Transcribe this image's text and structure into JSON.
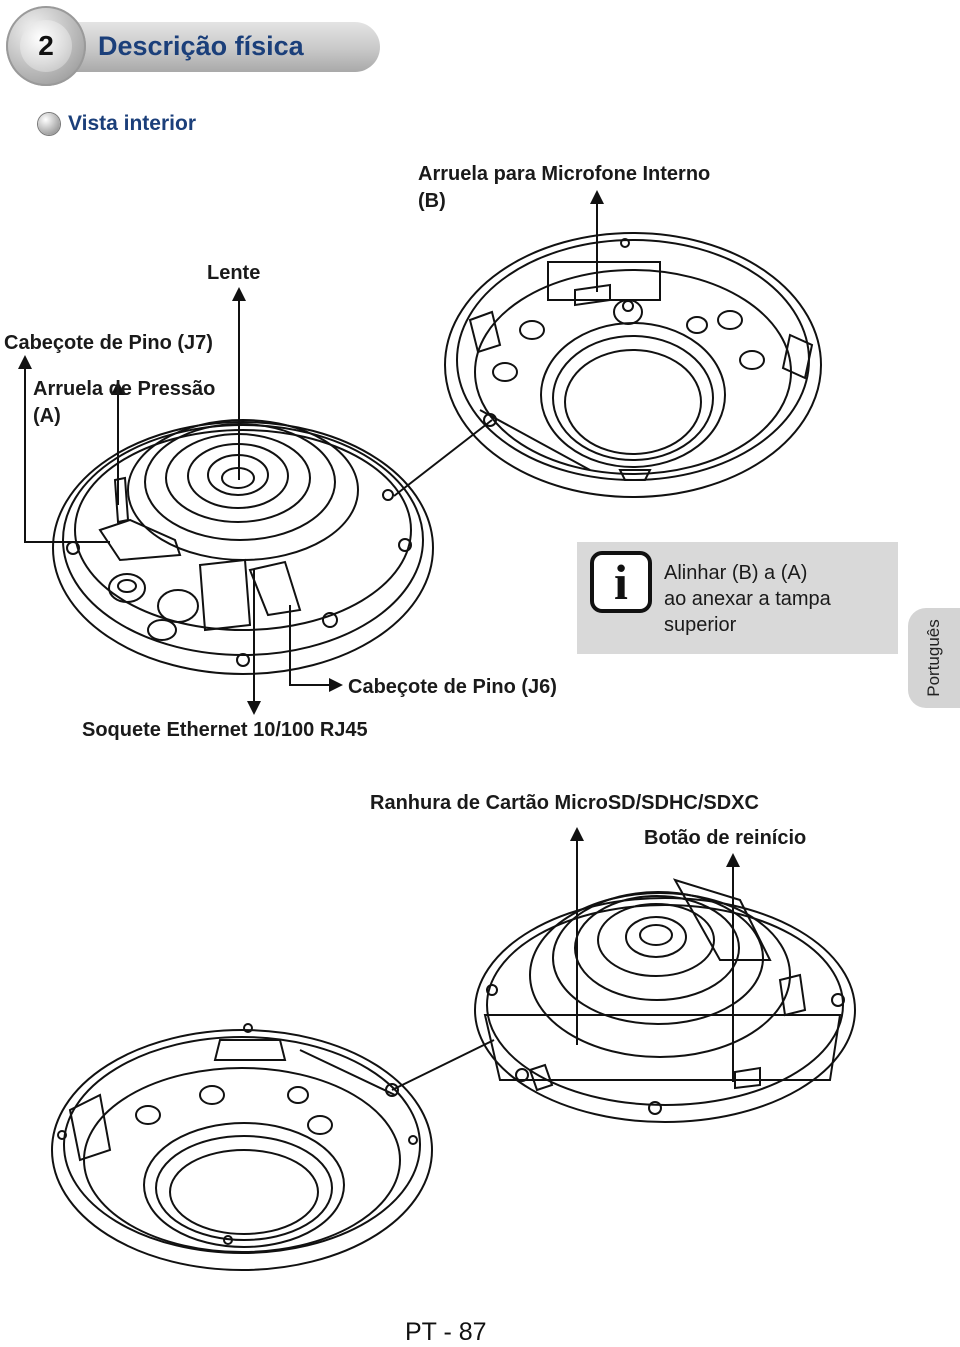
{
  "header": {
    "chapter_number": "2",
    "section_title": "Descrição física"
  },
  "subsection": {
    "title": "Vista interior"
  },
  "labels": {
    "microphone_washer": "Arruela para Microfone Interno",
    "microphone_washer_b": "(B)",
    "lens": "Lente",
    "pin_header_j7": "Cabeçote de Pino (J7)",
    "pressure_washer": "Arruela de Pressão",
    "pressure_washer_a": "(A)",
    "pin_header_j6": "Cabeçote de Pino (J6)",
    "ethernet_socket": "Soquete Ethernet 10/100 RJ45",
    "card_slot": "Ranhura de Cartão MicroSD/SDHC/SDXC",
    "reset_button": "Botão de reinício"
  },
  "note": {
    "icon": "info-icon",
    "line1": "Alinhar (B) a (A)",
    "line2": "ao anexar a tampa",
    "line3": "superior"
  },
  "side_tab": {
    "language": "Português"
  },
  "footer": {
    "page_number": "PT - 87"
  }
}
